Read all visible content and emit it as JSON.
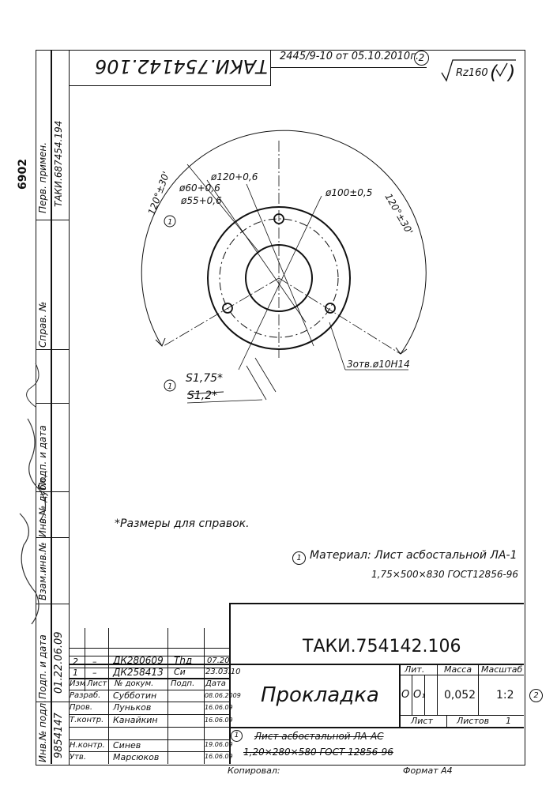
{
  "top": {
    "code_mirrored": "ТАКИ.754142.106",
    "change_note": "2445/9-10 от 05.10.2010г.",
    "change_mark": "2",
    "roughness": "Rz160"
  },
  "side": {
    "number": "6902",
    "perv_primen_label": "Перв. примен.",
    "perv_primen_value": "ТАКИ.687454.194",
    "sprav_label": "Справ. №",
    "podp_data_label": "Подп. и дата",
    "inv_dubl_label": "Инв.№ дубл.",
    "vzam_inv_label": "Взам.инв.№",
    "podp_data2_label": "Подп. и дата",
    "inv_podl_label": "Инв.№ подл.",
    "inv_podl_value": "9854147",
    "podp_date_value": "01.22.06.09"
  },
  "drawing": {
    "dia120": "ø120+0,6",
    "dia60": "ø60+0,6",
    "dia55": "ø55+0,6",
    "dia100": "ø100±0,5",
    "angle_left": "120°±30'",
    "angle_right": "120°±30'",
    "holes": "3отв.ø10H14",
    "s175": "S1,75*",
    "s12": "S1,2*",
    "mark1": "1"
  },
  "notes": {
    "reference": "*Размеры для справок.",
    "material_line1": "Материал: Лист асбостальной ЛА-1",
    "material_line2": "1,75×500×830 ГОСТ12856-96"
  },
  "title_block": {
    "designation": "ТАКИ.754142.106",
    "name": "Прокладка",
    "lit_label": "Лит.",
    "mass_label": "Масса",
    "scale_label": "Масштаб",
    "lit_values": [
      "О",
      "О₁"
    ],
    "mass": "0,052",
    "scale": "1:2",
    "sheet_label": "Лист",
    "sheets_label": "Листов",
    "sheets": "1",
    "old_material_line1": "Лист асбостальной ЛА-АС",
    "old_material_line2": "1,20×280×580 ГОСТ 12856-96",
    "copied": "Копировал:",
    "format": "Формат А4",
    "rev_rows": [
      {
        "izm": "2",
        "list": "–",
        "doc": "ДК280609",
        "podp": "Тhд",
        "date": "07.20"
      },
      {
        "izm": "1",
        "list": "–",
        "doc": "ДК258413",
        "podp": "Си",
        "date": "23.03.10"
      }
    ],
    "header": {
      "izm": "Изм",
      "list": "Лист",
      "doc": "№ докум.",
      "podp": "Подп.",
      "date": "Дата"
    },
    "people": [
      {
        "role": "Разраб.",
        "name": "Субботин",
        "date": "08.06.2009"
      },
      {
        "role": "Пров.",
        "name": "Луньков",
        "date": "16.06.09"
      },
      {
        "role": "Т.контр.",
        "name": "Канайкин",
        "date": "16.06.09"
      },
      {
        "role": "",
        "name": "",
        "date": ""
      },
      {
        "role": "Н.контр.",
        "name": "Синев",
        "date": "19.06.09"
      },
      {
        "role": "Утв.",
        "name": "Марсюков",
        "date": "16.06.09"
      }
    ]
  }
}
